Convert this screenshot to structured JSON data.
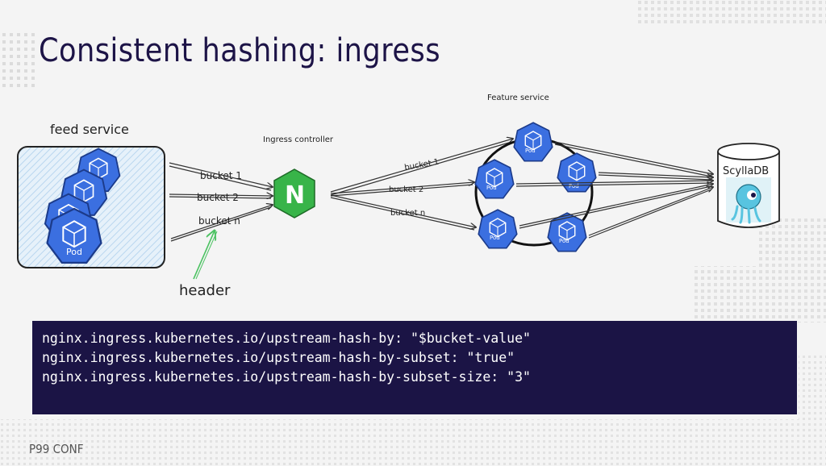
{
  "slide": {
    "title": "Consistent hashing: ingress",
    "footer_logo": "P99 CONF"
  },
  "diagram": {
    "feed_service_label": "feed service",
    "ingress_label": "Ingress controller",
    "feature_service_label": "Feature service",
    "db_label": "ScyllaDB",
    "pod_label": "Pod",
    "header_label": "header",
    "ingress_icon_letter": "N",
    "left_buckets": [
      "bucket 1",
      "bucket 2",
      "bucket n"
    ],
    "right_buckets": [
      "bucket 1",
      "bucket 2",
      "bucket n"
    ],
    "colors": {
      "pod_blue": "#3b6fe0",
      "nginx_green": "#38b449",
      "header_arrow": "#4cc262",
      "db_tint": "#ddf1f6",
      "code_bg": "#1b1445",
      "title": "#1d1447"
    },
    "icons": [
      "kubernetes-pod-icon",
      "nginx-icon",
      "scylladb-monster-icon",
      "database-cylinder-icon"
    ]
  },
  "code": {
    "lines": [
      "nginx.ingress.kubernetes.io/upstream-hash-by: \"$bucket-value\"",
      "nginx.ingress.kubernetes.io/upstream-hash-by-subset: \"true\"",
      "nginx.ingress.kubernetes.io/upstream-hash-by-subset-size: \"3\""
    ]
  }
}
